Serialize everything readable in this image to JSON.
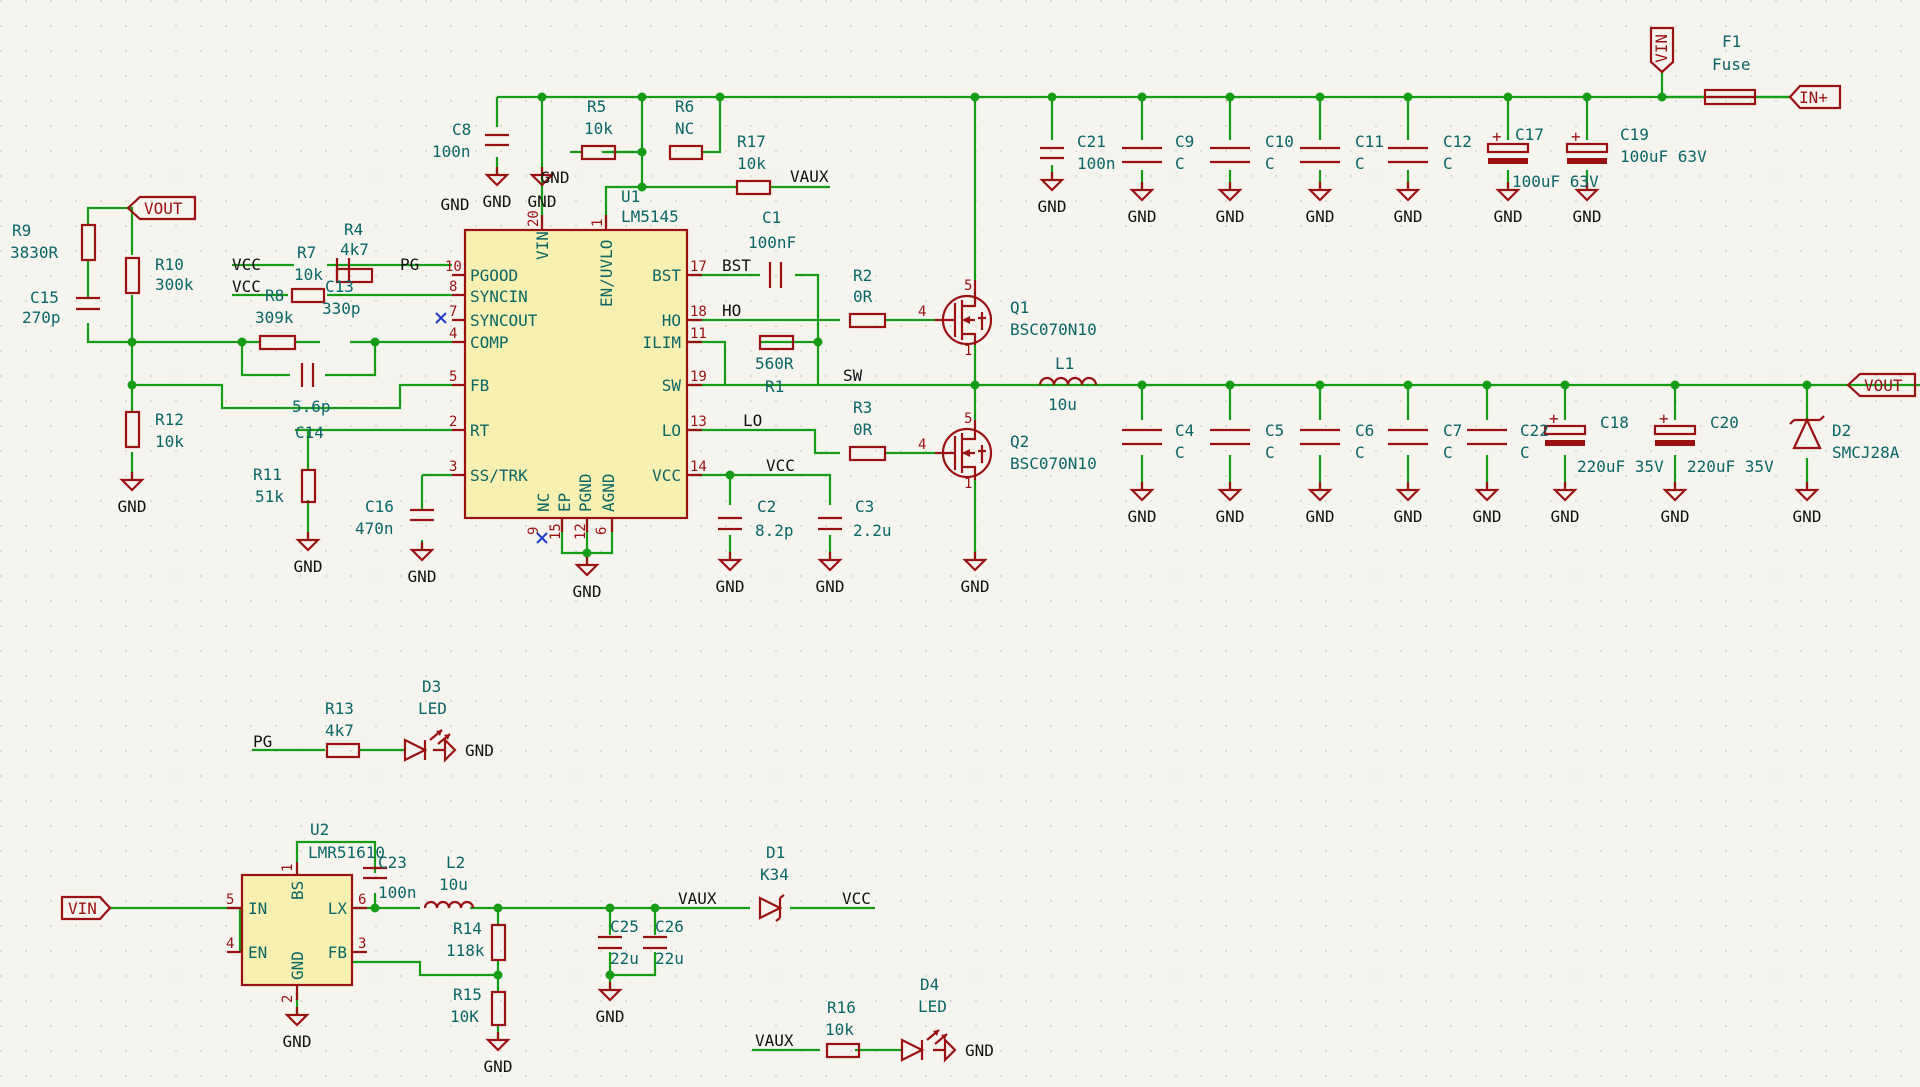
{
  "labels": {
    "vin_top": "VIN",
    "vin_bot": "VIN",
    "in_plus": "IN+",
    "vout_left": "VOUT",
    "vout_right": "VOUT",
    "f1_ref": "F1",
    "f1_val": "Fuse",
    "vcc1": "VCC",
    "vcc2": "VCC",
    "vcc3": "VCC",
    "vcc4": "VCC",
    "pg1": "PG",
    "pg2": "PG",
    "vaux1": "VAUX",
    "vaux2": "VAUX",
    "vaux3": "VAUX",
    "bst": "BST",
    "ho": "HO",
    "sw": "SW",
    "lo": "LO",
    "gnd": "GND",
    "nc": "NC"
  },
  "u1": {
    "ref": "U1",
    "part": "LM5145",
    "pins": {
      "pgood": "PGOOD",
      "syncin": "SYNCIN",
      "syncout": "SYNCOUT",
      "comp": "COMP",
      "fb": "FB",
      "rt": "RT",
      "sstrk": "SS/TRK",
      "vin": "VIN",
      "enuvlo": "EN/UVLO",
      "bst": "BST",
      "ho": "HO",
      "ilim": "ILIM",
      "sw": "SW",
      "lo": "LO",
      "vcc": "VCC",
      "nc": "NC",
      "ep": "EP",
      "pgnd": "PGND",
      "agnd": "AGND"
    },
    "pin_numbers": {
      "p10": "10",
      "p8": "8",
      "p7": "7",
      "p4": "4",
      "p5": "5",
      "p2": "2",
      "p3": "3",
      "p20": "20",
      "p1": "1",
      "p17": "17",
      "p18": "18",
      "p11": "11",
      "p19": "19",
      "p13": "13",
      "p14": "14",
      "p9": "9",
      "p15": "15",
      "p12": "12",
      "p6": "6"
    }
  },
  "u2": {
    "ref": "U2",
    "part": "LMR51610",
    "pins": {
      "in": "IN",
      "en": "EN",
      "bs": "BS",
      "lx": "LX",
      "fb": "FB",
      "gnd": "GND"
    },
    "pin_numbers": {
      "p5": "5",
      "p4": "4",
      "p1": "1",
      "p6": "6",
      "p3": "3",
      "p2": "2"
    }
  },
  "components": {
    "R9": {
      "ref": "R9",
      "val": "3830R"
    },
    "R10": {
      "ref": "R10",
      "val": "300k"
    },
    "C15": {
      "ref": "C15",
      "val": "270p"
    },
    "R12": {
      "ref": "R12",
      "val": "10k"
    },
    "R7": {
      "ref": "R7",
      "val": "10k"
    },
    "R4": {
      "ref": "R4",
      "val": "4k7"
    },
    "R8": {
      "ref": "R8",
      "val": "309k"
    },
    "C13": {
      "ref": "C13",
      "val": "330p"
    },
    "C14": {
      "ref": "C14",
      "val": "5.6p"
    },
    "R11": {
      "ref": "R11",
      "val": "51k"
    },
    "C16": {
      "ref": "C16",
      "val": "470n"
    },
    "C8": {
      "ref": "C8",
      "val": "100n"
    },
    "R5": {
      "ref": "R5",
      "val": "10k"
    },
    "R6": {
      "ref": "R6",
      "val": "NC"
    },
    "R17": {
      "ref": "R17",
      "val": "10k"
    },
    "C1": {
      "ref": "C1",
      "val": "100nF"
    },
    "R2": {
      "ref": "R2",
      "val": "0R"
    },
    "R3": {
      "ref": "R3",
      "val": "0R"
    },
    "R1": {
      "ref": "R1",
      "val": "560R"
    },
    "C2": {
      "ref": "C2",
      "val": "8.2p"
    },
    "C3": {
      "ref": "C3",
      "val": "2.2u"
    },
    "Q1": {
      "ref": "Q1",
      "val": "BSC070N10"
    },
    "Q2": {
      "ref": "Q2",
      "val": "BSC070N10"
    },
    "L1": {
      "ref": "L1",
      "val": "10u"
    },
    "C21": {
      "ref": "C21",
      "val": "100n"
    },
    "C9": {
      "ref": "C9",
      "val": "C"
    },
    "C10": {
      "ref": "C10",
      "val": "C"
    },
    "C11": {
      "ref": "C11",
      "val": "C"
    },
    "C12": {
      "ref": "C12",
      "val": "C"
    },
    "C17": {
      "ref": "C17",
      "val": "100uF 63V"
    },
    "C19": {
      "ref": "C19",
      "val": "100uF 63V"
    },
    "C4": {
      "ref": "C4",
      "val": "C"
    },
    "C5": {
      "ref": "C5",
      "val": "C"
    },
    "C6": {
      "ref": "C6",
      "val": "C"
    },
    "C7": {
      "ref": "C7",
      "val": "C"
    },
    "C22": {
      "ref": "C22",
      "val": "C"
    },
    "C18": {
      "ref": "C18",
      "val": "220uF 35V"
    },
    "C20": {
      "ref": "C20",
      "val": "220uF 35V"
    },
    "D2": {
      "ref": "D2",
      "val": "SMCJ28A"
    },
    "R13": {
      "ref": "R13",
      "val": "4k7"
    },
    "D3": {
      "ref": "D3",
      "val": "LED"
    },
    "C23": {
      "ref": "C23",
      "val": "100n"
    },
    "L2": {
      "ref": "L2",
      "val": "10u"
    },
    "R14": {
      "ref": "R14",
      "val": "118k"
    },
    "R15": {
      "ref": "R15",
      "val": "10K"
    },
    "C25": {
      "ref": "C25",
      "val": "22u"
    },
    "C26": {
      "ref": "C26",
      "val": "22u"
    },
    "D1": {
      "ref": "D1",
      "val": "K34"
    },
    "R16": {
      "ref": "R16",
      "val": "10k"
    },
    "D4": {
      "ref": "D4",
      "val": "LED"
    }
  },
  "colors": {
    "wire": "#169c16",
    "symbol": "#9a1111",
    "ic_fill": "#f8f0b0",
    "text": "#0b6666",
    "background": "#f5f4ef"
  }
}
